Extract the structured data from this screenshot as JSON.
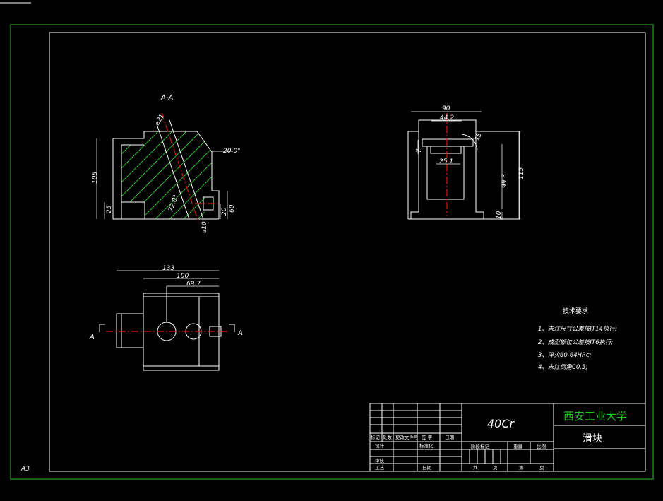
{
  "sheet": {
    "size_label": "A3",
    "section_label": "A-A",
    "section_mark": "A"
  },
  "dimensions": {
    "section_view": [
      "⌀21",
      "20.0°",
      "105",
      "25",
      "72.0°",
      "20",
      "60",
      "⌀10"
    ],
    "side_view": [
      "90",
      "44.2",
      "15",
      "7",
      "25.1",
      "99.3",
      "115",
      "10"
    ],
    "top_view": [
      "133",
      "100",
      "69.7"
    ]
  },
  "tech_requirements": {
    "title": "技术要求",
    "items": [
      "1、未注尺寸公差按IT14执行;",
      "2、成型部位公差按IT6执行;",
      "3、淬火60-64HRc;",
      "4、未注倒角C0.5;"
    ]
  },
  "title_block": {
    "material": "40Cr",
    "school": "西安工业大学",
    "part_name": "滑块",
    "labels": {
      "mark": "标记",
      "count": "处数",
      "change_doc": "更改文件号",
      "sign": "签 字",
      "date": "日期",
      "design": "设计",
      "standardize": "标准化",
      "review": "审核",
      "process": "工艺",
      "date2": "日期",
      "stage_mark": "阶段标记",
      "weight": "重量",
      "scale": "比例",
      "total": "共",
      "sheet_unit": "页",
      "no": "第",
      "sheet_unit2": "页"
    }
  },
  "colors": {
    "background": "#000000",
    "frame": "#27c427",
    "line": "#ffffff",
    "centerline": "#e01010",
    "hatch": "#2fcf2f",
    "school_text": "#27c427"
  }
}
